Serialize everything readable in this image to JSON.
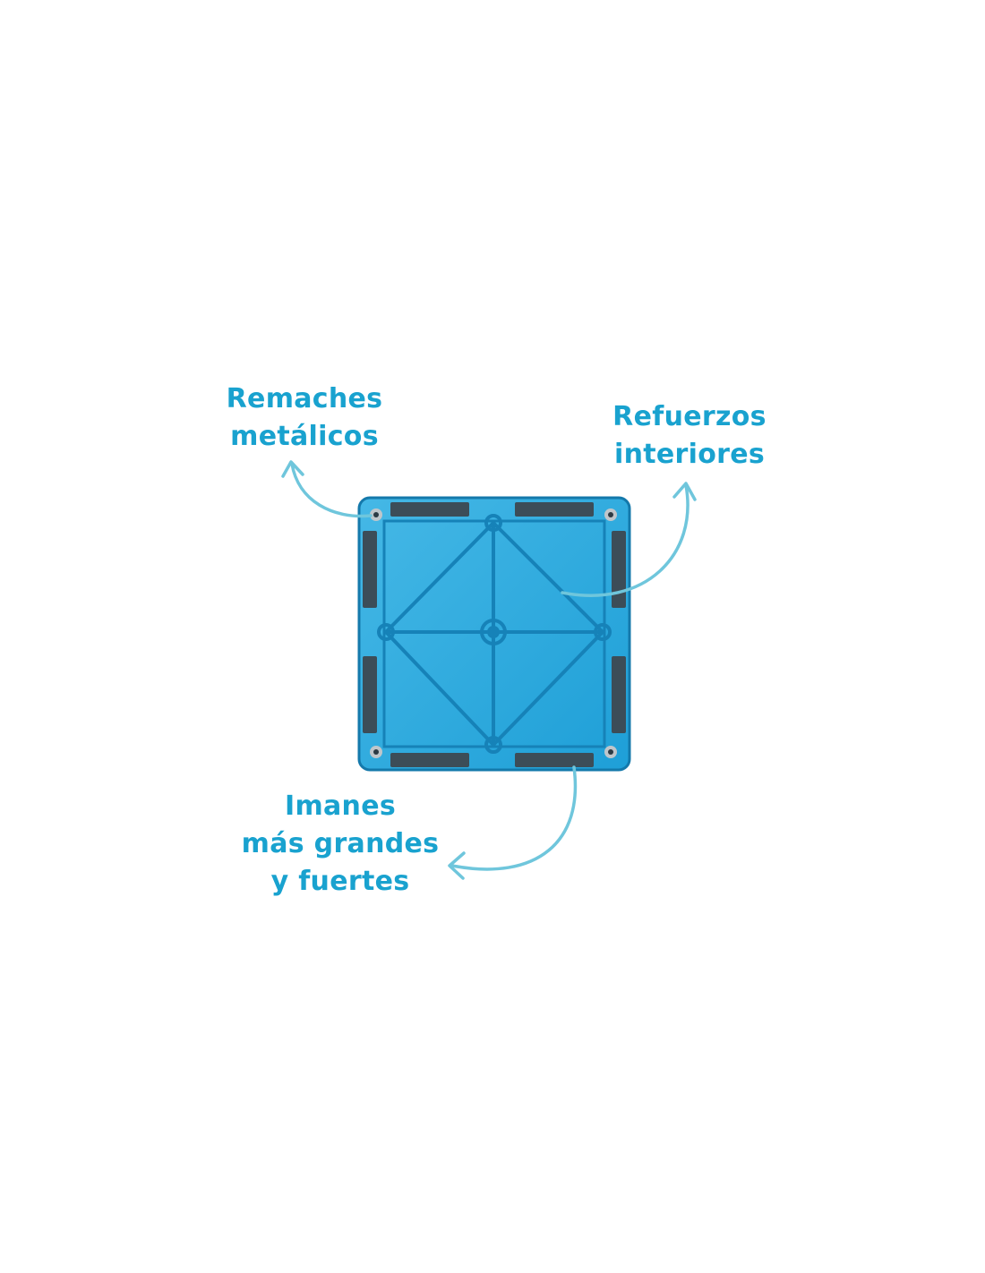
{
  "colors": {
    "label": "#19a2cf",
    "arrow": "#6fc6dc",
    "tile": "#1e9fd7",
    "tile_light": "#45b8e6",
    "tile_edge": "#1479ab",
    "rib": "#1682b8",
    "magnet": "#3c4d58",
    "rivet": "#bfc6cb"
  },
  "callouts": {
    "rivets": {
      "line1": "Remaches",
      "line2": "metálicos"
    },
    "ribs": {
      "line1": "Refuerzos",
      "line2": "interiores"
    },
    "magnets": {
      "line1": "Imanes",
      "line2": "más grandes",
      "line3": "y fuertes"
    }
  }
}
